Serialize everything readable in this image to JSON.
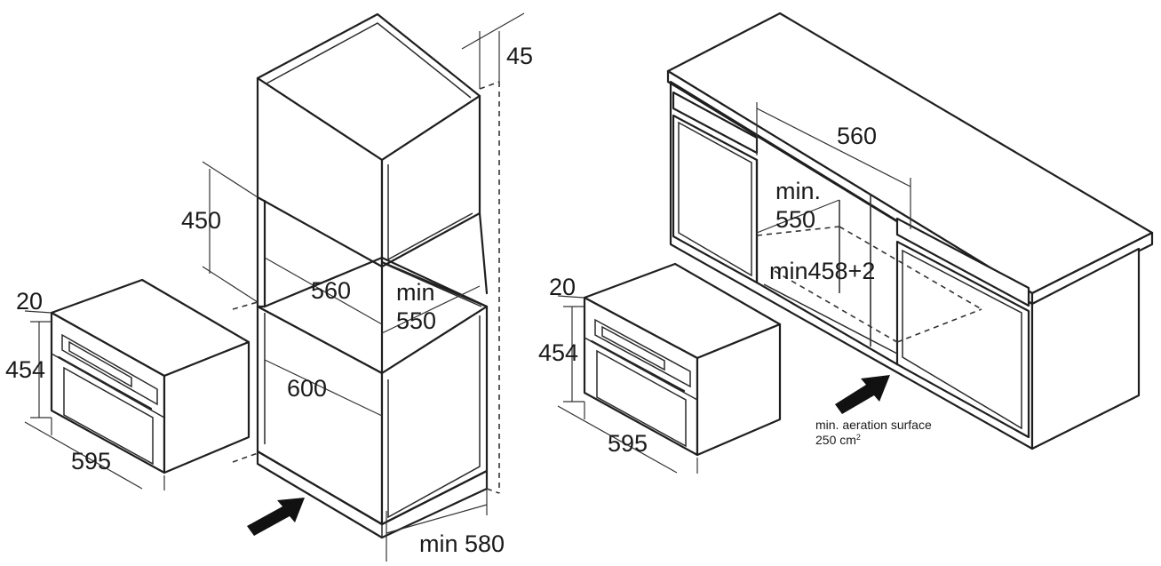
{
  "left_diagram": {
    "dim_depth_top": "45",
    "dim_niche_height": "450",
    "dim_niche_width": "560",
    "dim_niche_depth_line1": "min",
    "dim_niche_depth_line2": "550",
    "dim_cabinet_width": "600",
    "dim_floor_depth": "min 580",
    "oven_offset": "20",
    "oven_height": "454",
    "oven_width": "595"
  },
  "right_diagram": {
    "dim_niche_width": "560",
    "dim_niche_depth_line1": "min.",
    "dim_niche_depth_line2": "550",
    "dim_niche_height": "min458+2",
    "oven_offset": "20",
    "oven_height": "454",
    "oven_width": "595",
    "aeration_line1": "min. aeration surface",
    "aeration_line2": "250 cm",
    "aeration_superscript": "2"
  }
}
